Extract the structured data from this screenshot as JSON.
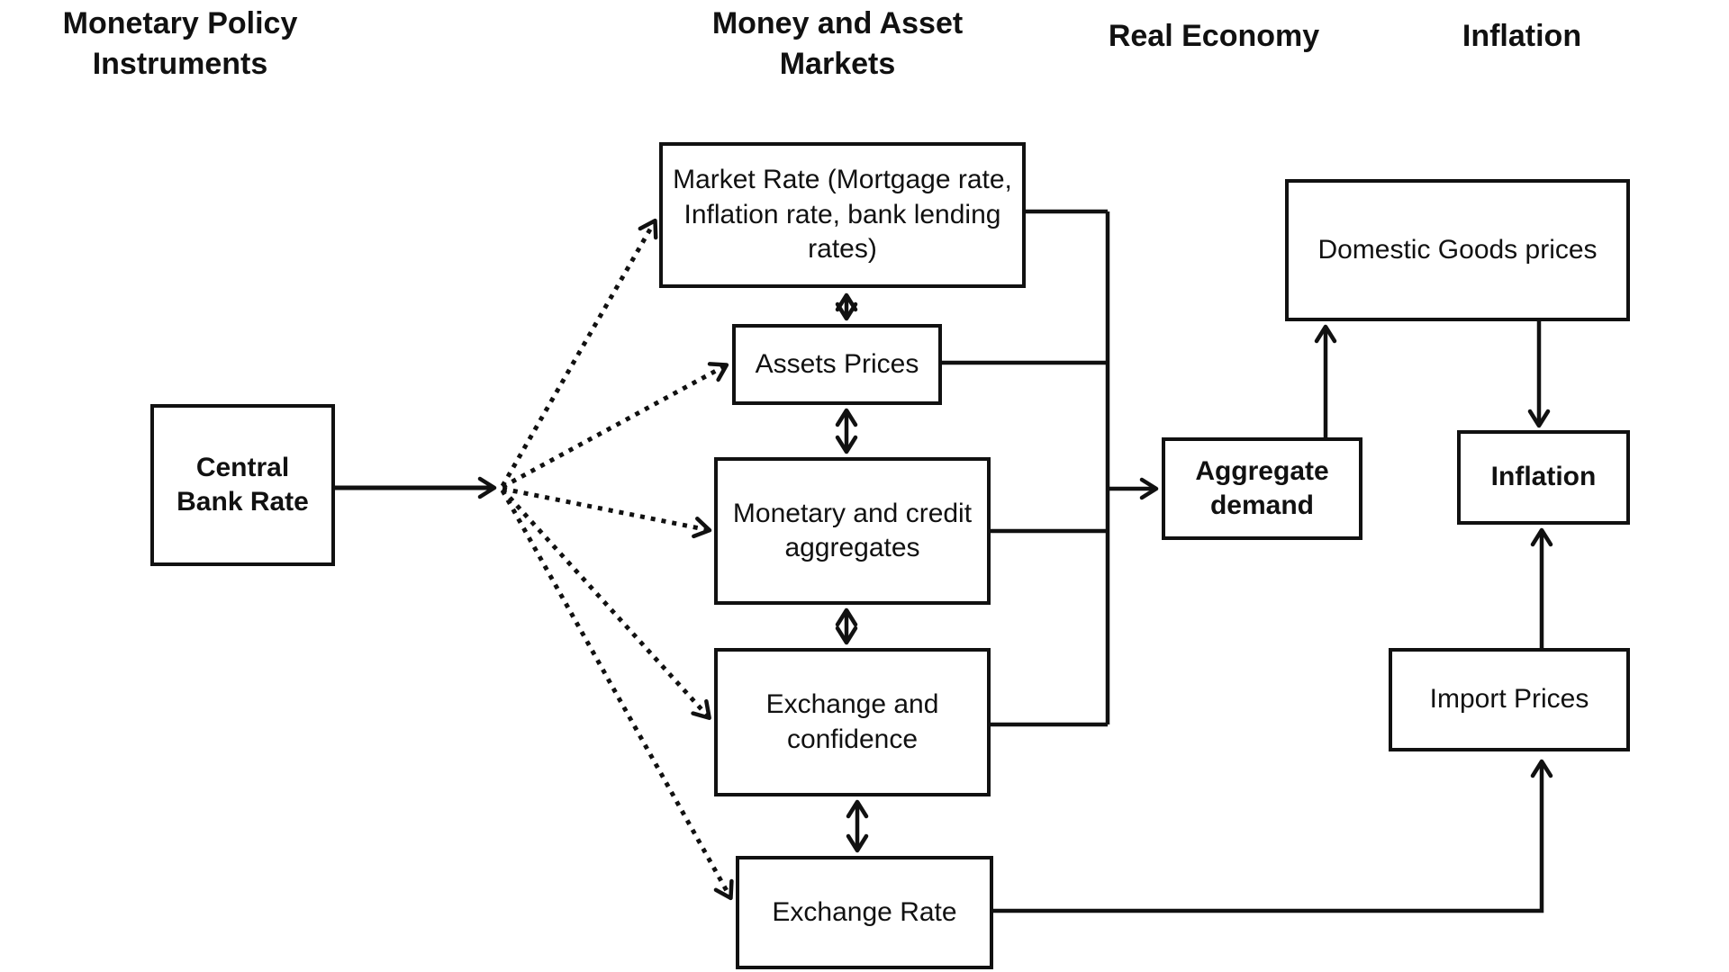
{
  "columns": {
    "instruments": "Monetary Policy Instruments",
    "markets": "Money and Asset Markets",
    "real_economy": "Real Economy",
    "inflation": "Inflation"
  },
  "nodes": {
    "central_bank_rate": "Central Bank Rate",
    "market_rate": "Market Rate (Mortgage rate, Inflation rate, bank lending rates)",
    "assets_prices": "Assets Prices",
    "monetary_credit": "Monetary and credit aggregates",
    "exchange_confidence": "Exchange and confidence",
    "exchange_rate": "Exchange Rate",
    "aggregate_demand": "Aggregate demand",
    "domestic_goods": "Domestic Goods prices",
    "inflation": "Inflation",
    "import_prices": "Import Prices"
  },
  "edges": [
    {
      "from": "central_bank_rate",
      "to": "market_rate",
      "style": "dotted-arrow"
    },
    {
      "from": "central_bank_rate",
      "to": "assets_prices",
      "style": "dotted-arrow"
    },
    {
      "from": "central_bank_rate",
      "to": "monetary_credit",
      "style": "dotted-arrow"
    },
    {
      "from": "central_bank_rate",
      "to": "exchange_confidence",
      "style": "dotted-arrow"
    },
    {
      "from": "central_bank_rate",
      "to": "exchange_rate",
      "style": "dotted-arrow"
    },
    {
      "from": "market_rate",
      "to": "assets_prices",
      "style": "double-arrow"
    },
    {
      "from": "assets_prices",
      "to": "monetary_credit",
      "style": "double-arrow"
    },
    {
      "from": "monetary_credit",
      "to": "exchange_confidence",
      "style": "double-arrow"
    },
    {
      "from": "exchange_confidence",
      "to": "exchange_rate",
      "style": "double-arrow"
    },
    {
      "from": "market_rate",
      "to": "aggregate_demand",
      "style": "solid-line"
    },
    {
      "from": "assets_prices",
      "to": "aggregate_demand",
      "style": "solid-line"
    },
    {
      "from": "monetary_credit",
      "to": "aggregate_demand",
      "style": "solid-line"
    },
    {
      "from": "exchange_confidence",
      "to": "aggregate_demand",
      "style": "solid-arrow"
    },
    {
      "from": "aggregate_demand",
      "to": "domestic_goods",
      "style": "solid-arrow"
    },
    {
      "from": "domestic_goods",
      "to": "inflation",
      "style": "solid-arrow"
    },
    {
      "from": "import_prices",
      "to": "inflation",
      "style": "solid-arrow"
    },
    {
      "from": "exchange_rate",
      "to": "import_prices",
      "style": "solid-arrow"
    }
  ],
  "colors": {
    "ink": "#111111",
    "background": "#ffffff",
    "box_fill": "#ffffff"
  }
}
